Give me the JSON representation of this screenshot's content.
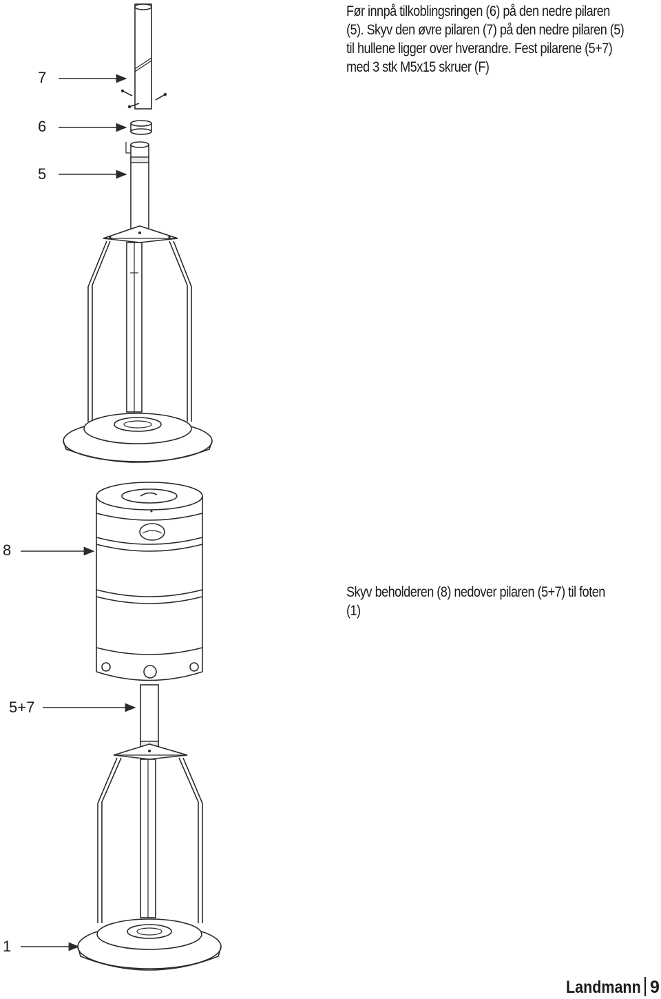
{
  "instructions": {
    "step1_lines": [
      "Før innpå tilkoblingsringen (6) på den nedre pilaren",
      "(5). Skyv den øvre pilaren (7) på den nedre pilaren (5)",
      "til hullene ligger over hverandre. Fest pilarene (5+7)",
      "med 3 stk M5x15 skruer (F)"
    ],
    "step2_lines": [
      "Skyv beholderen (8) nedover pilaren (5+7) til foten",
      "(1)"
    ]
  },
  "part_labels": {
    "upper_pillar": "7",
    "connection_ring": "6",
    "lower_pillar": "5",
    "container": "8",
    "joined_pillars": "5+7",
    "base": "1"
  },
  "footer": {
    "brand": "Landmann",
    "page_number": "9"
  }
}
